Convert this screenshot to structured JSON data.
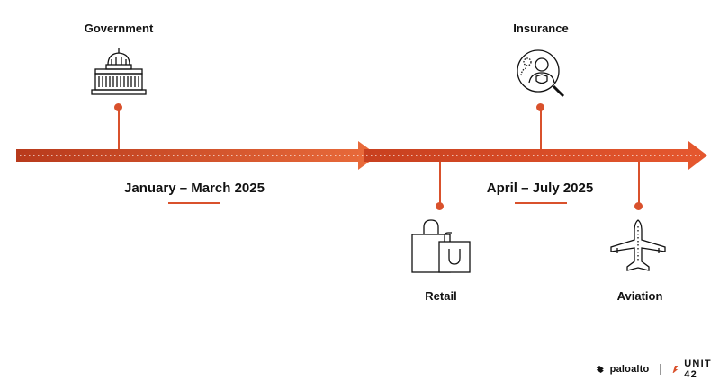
{
  "periods": {
    "first": "January – March 2025",
    "second": "April – July 2025"
  },
  "events": {
    "government": "Government",
    "insurance": "Insurance",
    "retail": "Retail",
    "aviation": "Aviation"
  },
  "footer": {
    "brand": "paloalto",
    "unit": "UNIT 42"
  },
  "colors": {
    "accent": "#d9512c",
    "accent_dark": "#c8401f"
  },
  "icons": [
    "capitol-building-icon",
    "insurance-person-search-icon",
    "shopping-bags-icon",
    "airplane-icon"
  ]
}
